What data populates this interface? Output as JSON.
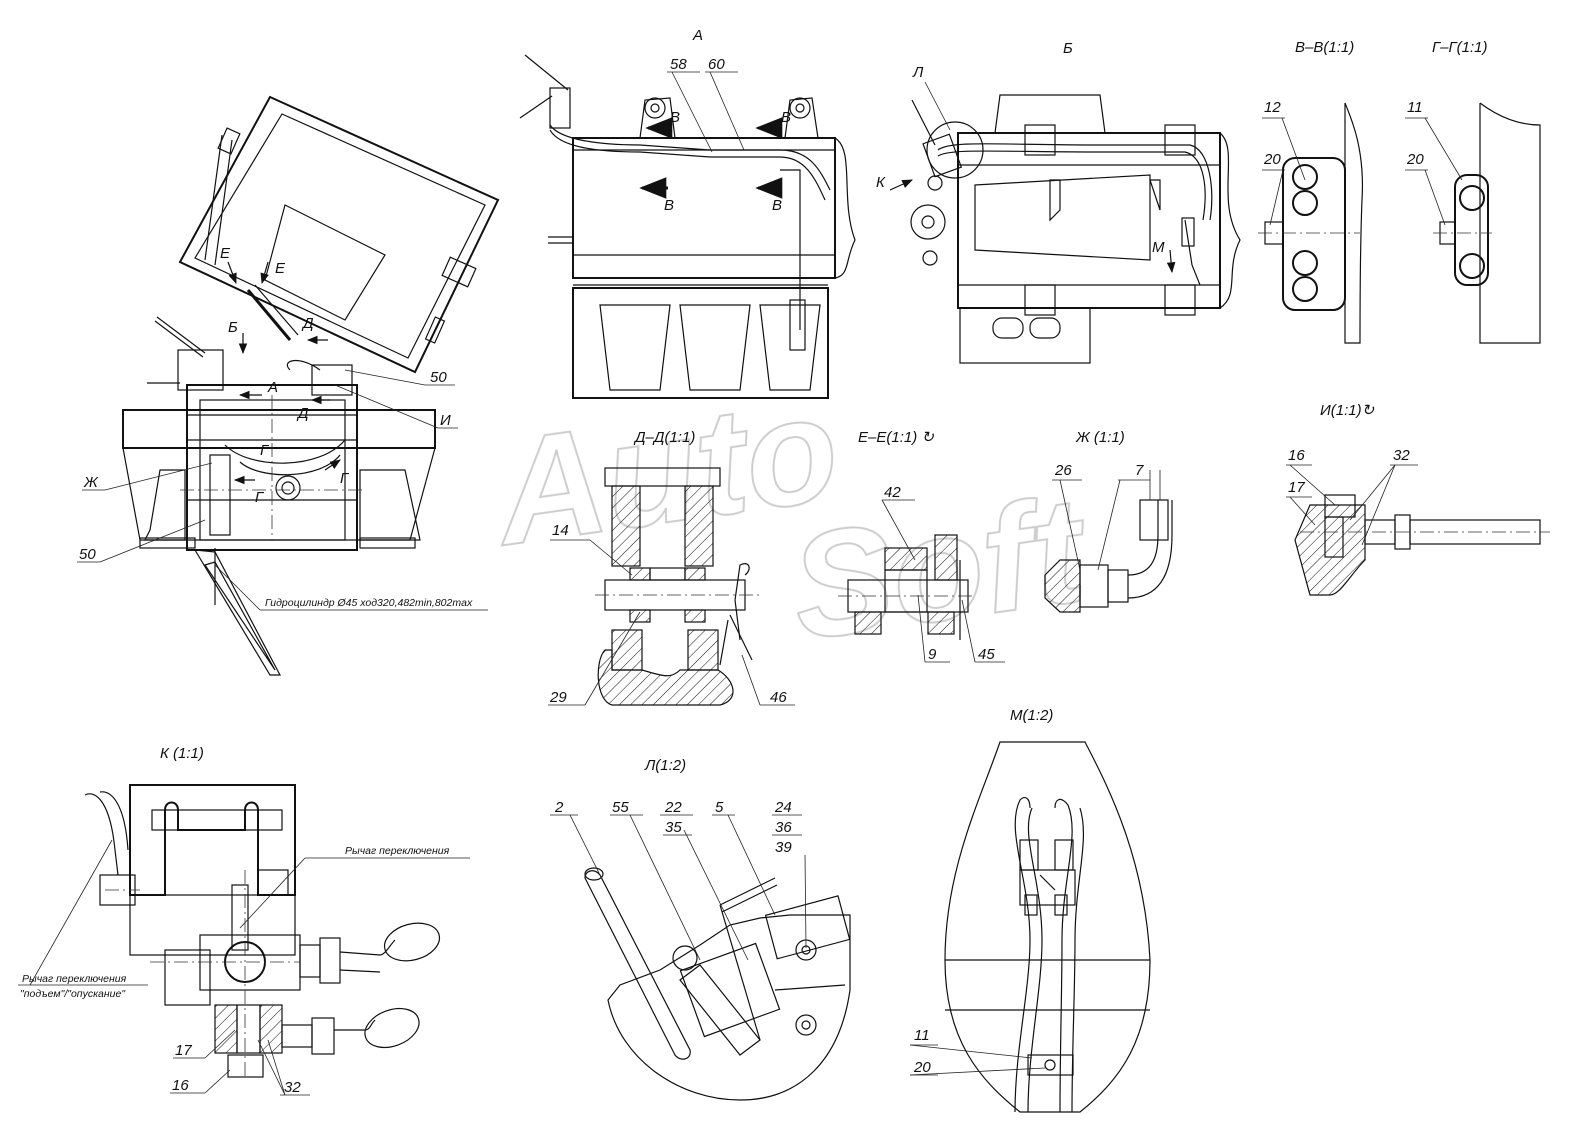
{
  "watermark": {
    "part1": "Auto",
    "part2": "Soft"
  },
  "views": {
    "A": "А",
    "B": "Б",
    "VV": "В–В(1:1)",
    "GG": "Г–Г(1:1)",
    "DD": "Д–Д(1:1)",
    "EE": "Е–Е(1:1) ↻",
    "ZH": "Ж (1:1)",
    "I": "И(1:1)↻",
    "K": "К (1:1)",
    "L": "Л(1:2)",
    "M": "М(1:2)"
  },
  "markers": {
    "E": "Е",
    "B": "Б",
    "D": "Д",
    "A": "А",
    "G": "Г",
    "V": "В",
    "L": "Л",
    "K": "К",
    "M": "М",
    "I": "И",
    "ZH": "Ж"
  },
  "callouts": {
    "c58": "58",
    "c60": "60",
    "c50": "50",
    "c12": "12",
    "c11": "11",
    "c20": "20",
    "c14": "14",
    "c29": "29",
    "c46": "46",
    "c42": "42",
    "c9": "9",
    "c45": "45",
    "c26": "26",
    "c7": "7",
    "c16": "16",
    "c17": "17",
    "c32": "32",
    "c2": "2",
    "c55": "55",
    "c22": "22",
    "c35": "35",
    "c5": "5",
    "c24": "24",
    "c36": "36",
    "c39": "39"
  },
  "notes": {
    "cylinder": "Гидроцилиндр Ø45 ход320,482min,802max",
    "lever": "Рычаг переключения",
    "lever_mode_1": "Рычаг переключения",
    "lever_mode_2": "\"подъем\"/\"опускание\""
  },
  "icons": [
    "section-arrow-icon",
    "rotation-icon",
    "bolt-icon",
    "hose-icon"
  ]
}
